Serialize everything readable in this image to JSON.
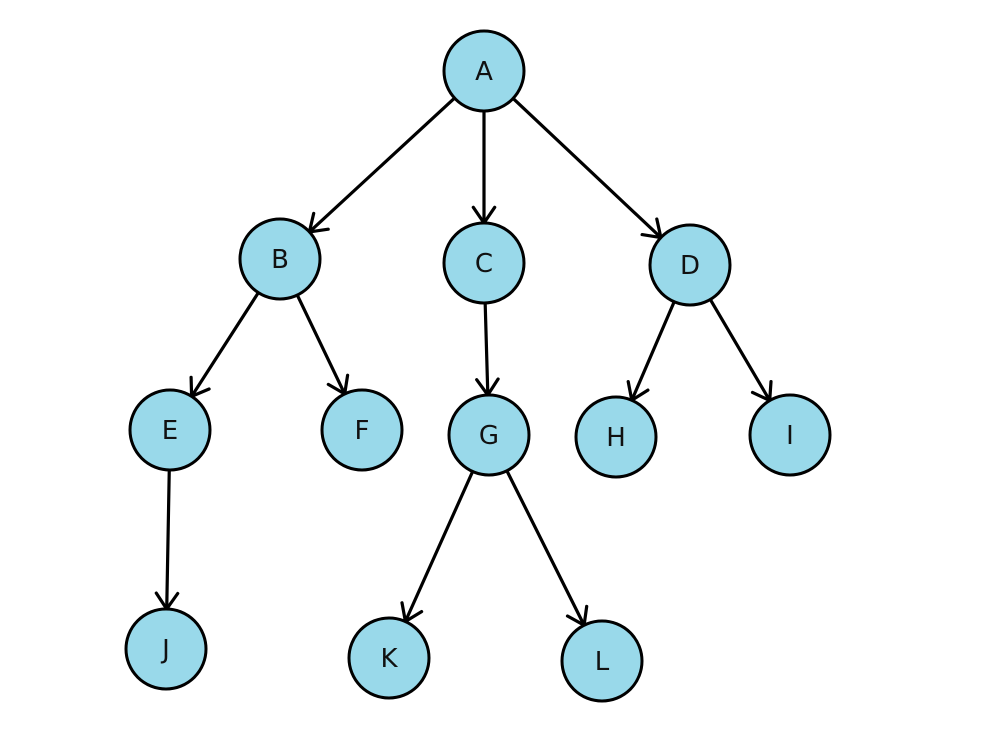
{
  "colors": {
    "node_fill": "#99d9ea",
    "node_stroke": "#000000",
    "edge": "#000000"
  },
  "nodes": [
    {
      "id": "A",
      "label": "A"
    },
    {
      "id": "B",
      "label": "B"
    },
    {
      "id": "C",
      "label": "C"
    },
    {
      "id": "D",
      "label": "D"
    },
    {
      "id": "E",
      "label": "E"
    },
    {
      "id": "F",
      "label": "F"
    },
    {
      "id": "G",
      "label": "G"
    },
    {
      "id": "H",
      "label": "H"
    },
    {
      "id": "I",
      "label": "I"
    },
    {
      "id": "J",
      "label": "J"
    },
    {
      "id": "K",
      "label": "K"
    },
    {
      "id": "L",
      "label": "L"
    }
  ],
  "edges": [
    {
      "from": "A",
      "to": "B"
    },
    {
      "from": "A",
      "to": "C"
    },
    {
      "from": "A",
      "to": "D"
    },
    {
      "from": "B",
      "to": "E"
    },
    {
      "from": "B",
      "to": "F"
    },
    {
      "from": "C",
      "to": "G"
    },
    {
      "from": "D",
      "to": "H"
    },
    {
      "from": "D",
      "to": "I"
    },
    {
      "from": "E",
      "to": "J"
    },
    {
      "from": "G",
      "to": "K"
    },
    {
      "from": "G",
      "to": "L"
    }
  ]
}
